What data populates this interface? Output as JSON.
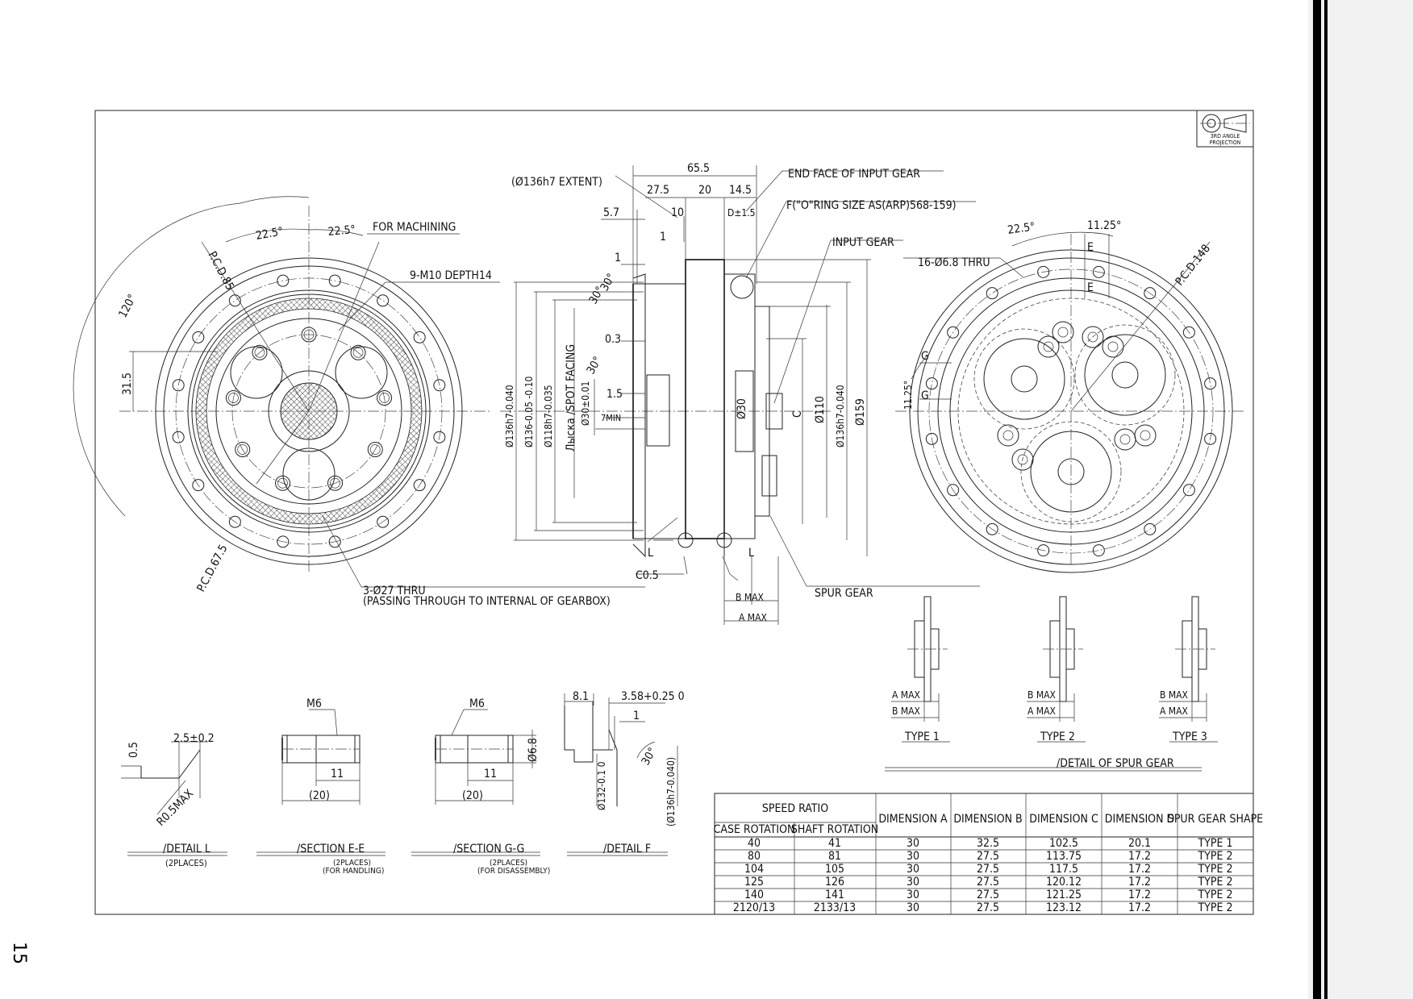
{
  "page_number": "15",
  "projection_symbol": {
    "line1": "3RD ANGLE",
    "line2": "PROJECTION"
  },
  "front_view": {
    "labels": {
      "pcd85": "P.C.D.85",
      "angle_a": "22.5°",
      "angle_b": "22.5°",
      "for_machining": "FOR MACHINING",
      "m10": "9-M10 DEPTH14",
      "angle_120": "120°",
      "dim_31_5": "31.5",
      "pcd67_5": "P.C.D.67.5",
      "thru_1": "3-Ø27 THRU",
      "thru_2": "(PASSING THROUGH TO INTERNAL OF GEARBOX)"
    }
  },
  "section_view": {
    "labels": {
      "extent": "(Ø136h7 EXTENT)",
      "d65_5": "65.5",
      "d27_5": "27.5",
      "d20": "20",
      "d14_5": "14.5",
      "d5_7": "5.7",
      "d10": "10",
      "d_d": "D±1.5",
      "d1a": "1",
      "d1b": "1",
      "a30a": "30°",
      "a30b": "30°",
      "d0_3": "0.3",
      "a30c": "30°",
      "d1_5": "1.5",
      "d30": "Ø30±0.01",
      "d7min": "7MIN",
      "spot": "Лыска /SPOT FACING",
      "o136a": "Ø136h7-0.040",
      "o136b": "Ø136-0.05 -0.10",
      "o118": "Ø118h7-0.035",
      "o30": "Ø30",
      "c_label": "C",
      "o110": "Ø110",
      "o136c": "Ø136h7-0.040",
      "o159": "Ø159",
      "end_face": "END FACE OF INPUT GEAR",
      "oring": "F(\"O\"RING SIZE AS(ARP)568-159)",
      "input_gear": "INPUT GEAR",
      "l_left": "L",
      "l_right": "L",
      "c05": "C0.5",
      "spur": "SPUR GEAR",
      "bmax": "B MAX",
      "amax": "A MAX"
    }
  },
  "rear_view": {
    "labels": {
      "a22_5": "22.5°",
      "a11_25a": "11.25°",
      "thru16": "16-Ø6.8 THRU",
      "e1": "E",
      "e2": "E",
      "pcd148": "P.C.D.148",
      "g1": "G",
      "g2": "G",
      "a11_25b": "11.25°"
    }
  },
  "spur_gear_detail": {
    "types": [
      {
        "label": "TYPE 1",
        "dim1": "A MAX",
        "dim2": "B MAX"
      },
      {
        "label": "TYPE 2",
        "dim1": "B MAX",
        "dim2": "A MAX"
      },
      {
        "label": "TYPE 3",
        "dim1": "B MAX",
        "dim2": "A MAX"
      }
    ],
    "title": "/DETAIL OF SPUR GEAR"
  },
  "detail_l": {
    "d05": "0.5",
    "d25": "2.5±0.2",
    "r05": "R0.5MAX",
    "title": "/DETAIL L",
    "sub": "(2PLACES)"
  },
  "section_e": {
    "m6": "M6",
    "d11": "11",
    "d20": "(20)",
    "title": "/SECTION E-E",
    "sub1": "(2PLACES)",
    "sub2": "(FOR HANDLING)"
  },
  "section_g": {
    "m6": "M6",
    "d11": "11",
    "d20": "(20)",
    "d68": "Ø6.8",
    "title": "/SECTION G-G",
    "sub1": "(2PLACES)",
    "sub2": "(FOR DISASSEMBLY)"
  },
  "detail_f": {
    "d81": "8.1",
    "d358": "3.58+0.25 0",
    "d1": "1",
    "a30": "30°",
    "o132": "Ø132-0.1 0",
    "o136": "(Ø136h7-0.040)",
    "title": "/DETAIL F"
  },
  "spec_table": {
    "group_header": "SPEED RATIO",
    "columns": [
      "CASE ROTATION",
      "SHAFT ROTATION",
      "DIMENSION A",
      "DIMENSION B",
      "DIMENSION C",
      "DIMENSION D",
      "SPUR GEAR SHAPE"
    ],
    "rows": [
      [
        "40",
        "41",
        "30",
        "32.5",
        "102.5",
        "20.1",
        "TYPE 1"
      ],
      [
        "80",
        "81",
        "30",
        "27.5",
        "113.75",
        "17.2",
        "TYPE 2"
      ],
      [
        "104",
        "105",
        "30",
        "27.5",
        "117.5",
        "17.2",
        "TYPE 2"
      ],
      [
        "125",
        "126",
        "30",
        "27.5",
        "120.12",
        "17.2",
        "TYPE 2"
      ],
      [
        "140",
        "141",
        "30",
        "27.5",
        "121.25",
        "17.2",
        "TYPE 2"
      ],
      [
        "2120/13",
        "2133/13",
        "30",
        "27.5",
        "123.12",
        "17.2",
        "TYPE 2"
      ]
    ]
  }
}
